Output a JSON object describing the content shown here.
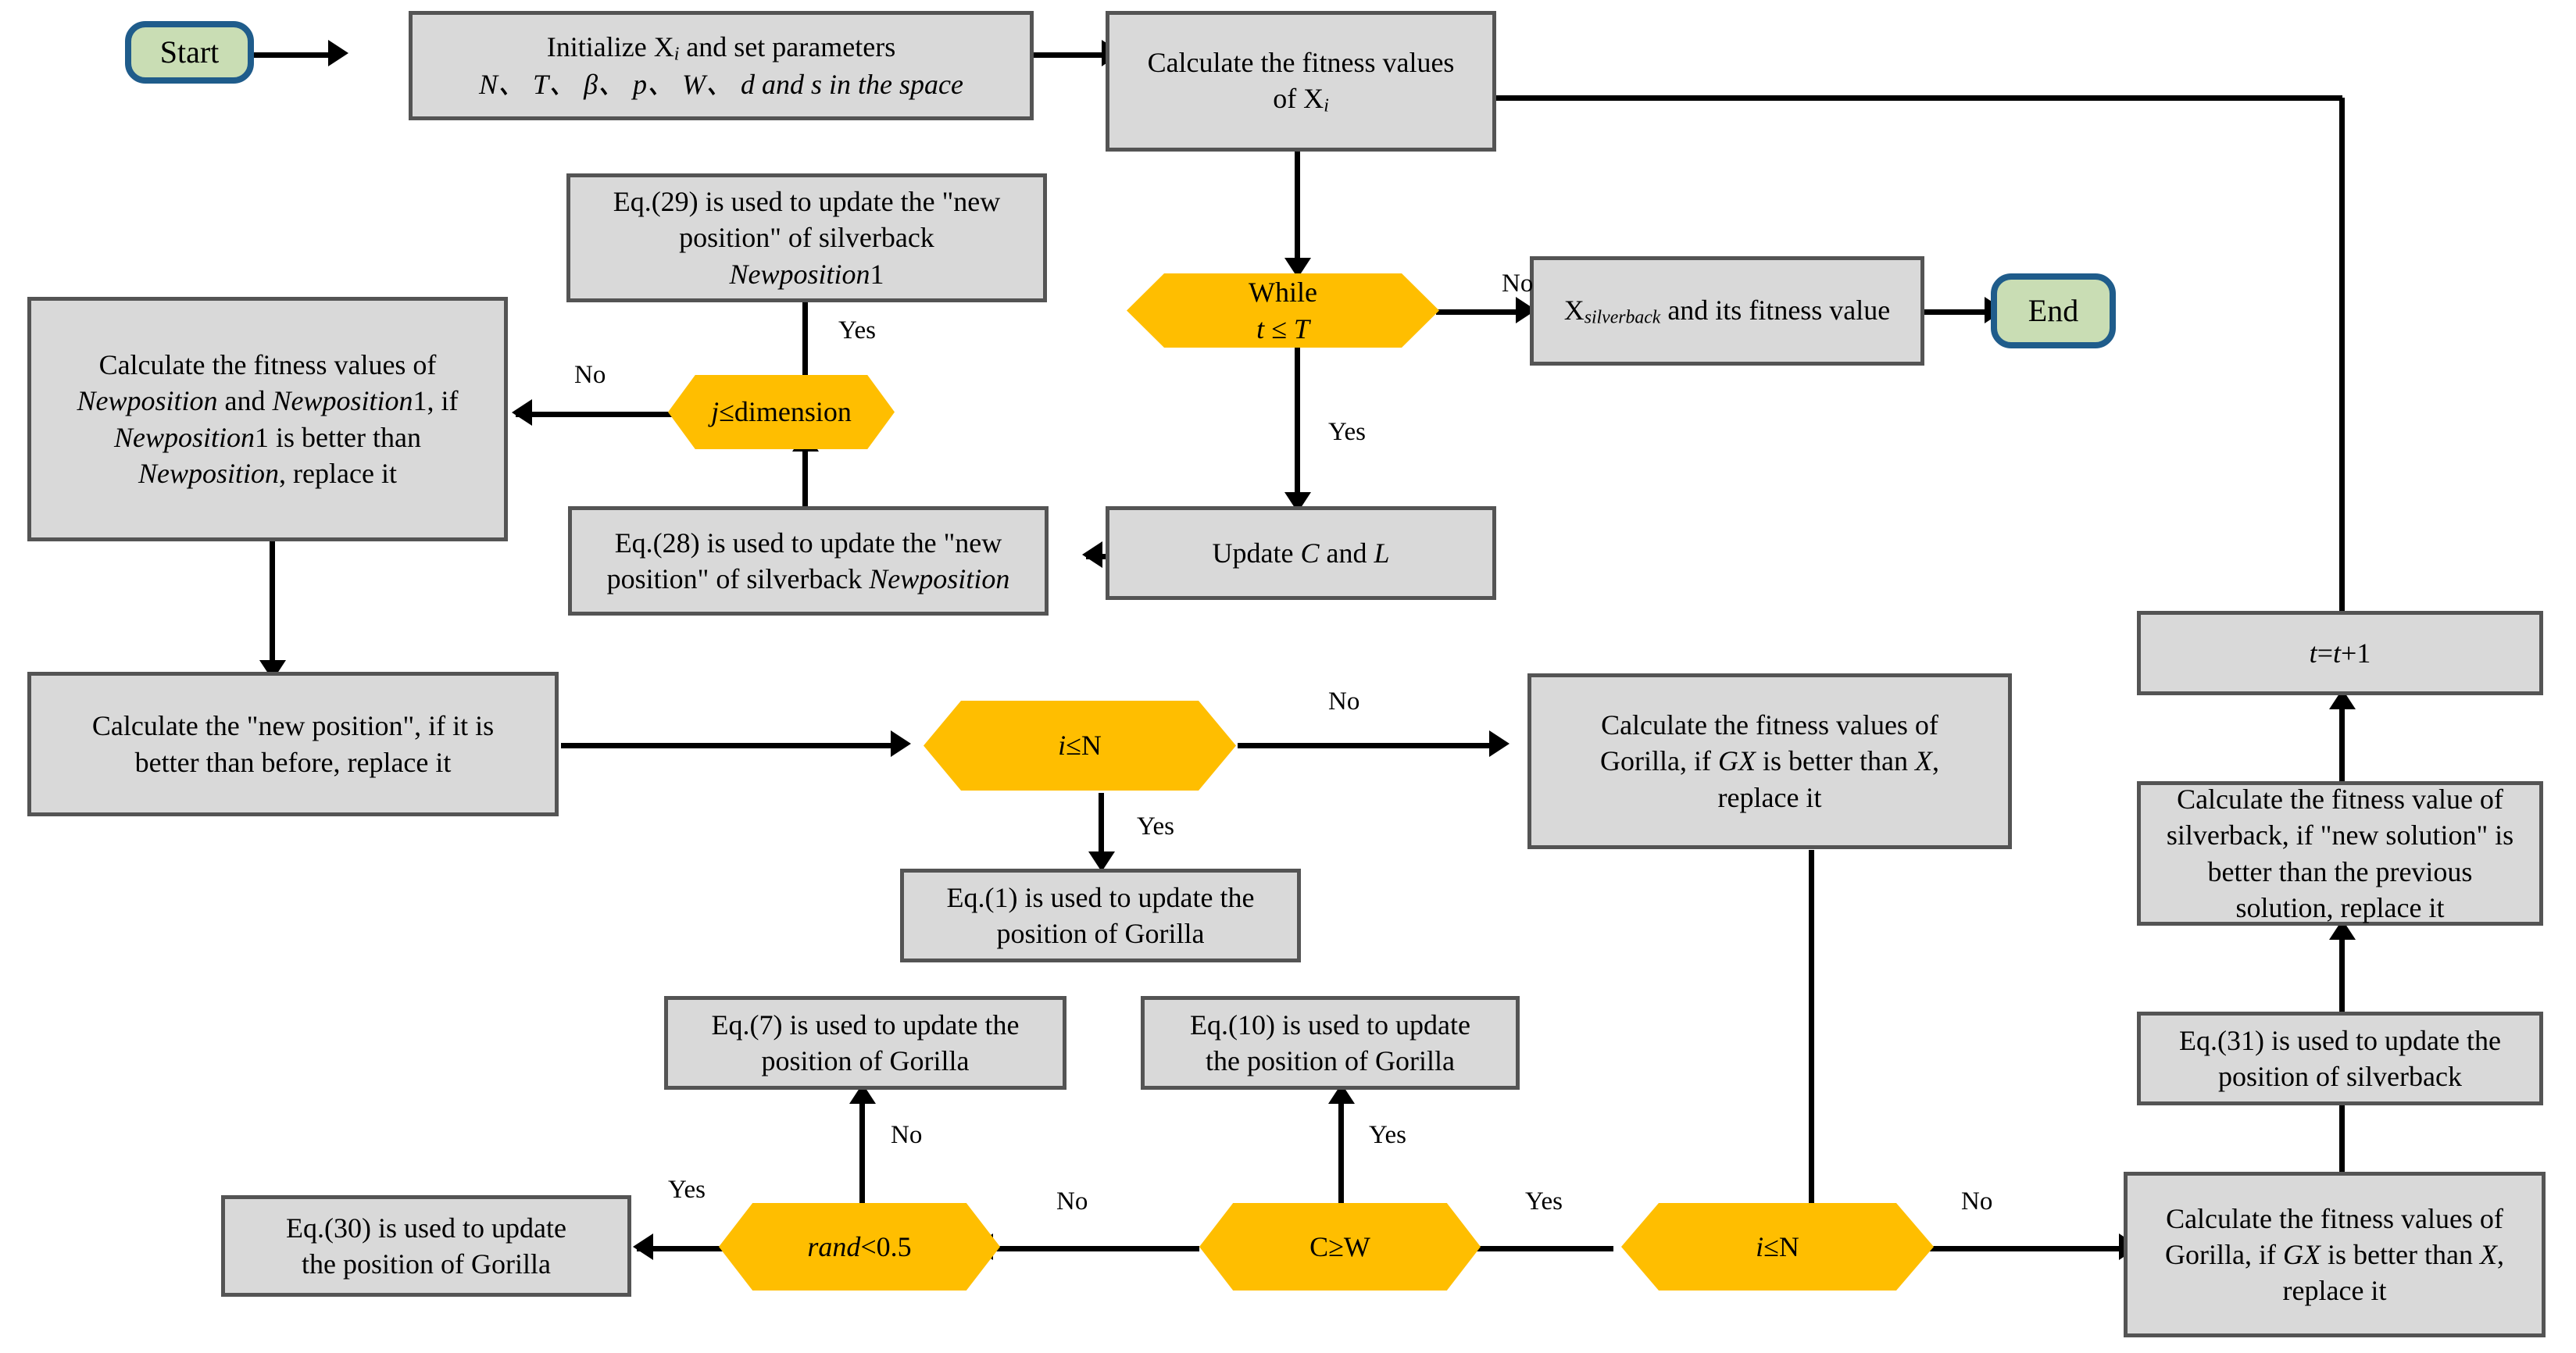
{
  "diagram": {
    "type": "flowchart",
    "title": "Artificial Gorilla Troops Optimizer flowchart",
    "colors": {
      "process_fill": "#d9d9d9",
      "process_border": "#545454",
      "decision_fill": "#ffbe00",
      "terminator_fill": "#c9ddb4",
      "terminator_border": "#1f5c8b",
      "connector": "#000000",
      "background": "#ffffff"
    },
    "nodes": {
      "start": {
        "shape": "terminator",
        "label": "Start"
      },
      "init": {
        "shape": "process",
        "line1": "Initialize X",
        "line1_sub": "i",
        "line1_tail": " and set parameters",
        "line2": "N、 T、 β、 p、 W、 d and s in the space"
      },
      "calc_fitness_xi": {
        "shape": "process",
        "line1": "Calculate the fitness values",
        "line2_head": "of X",
        "line2_sub": "i"
      },
      "while": {
        "shape": "decision",
        "line1": "While",
        "line2": "t ≤ T"
      },
      "silverback_out": {
        "shape": "process",
        "head": "X",
        "sub": "silverback",
        "tail": " and its fitness value"
      },
      "end": {
        "shape": "terminator",
        "label": "End"
      },
      "update_cl": {
        "shape": "process",
        "text_head": "Update ",
        "text_c": "C",
        "text_mid": " and ",
        "text_l": "L"
      },
      "eq28": {
        "shape": "process",
        "line1": "Eq.(28) is used to update the \"new",
        "line2_head": "position\" of silverback ",
        "line2_it": "Newposition"
      },
      "j_dimension": {
        "shape": "decision",
        "it": "j",
        "rest": "≤dimension"
      },
      "eq29": {
        "shape": "process",
        "line1": "Eq.(29) is used to update the \"new",
        "line2": "position\" of silverback",
        "line3_it": "Newposition",
        "line3_tail": "1"
      },
      "calc_newposition": {
        "shape": "process",
        "line1": "Calculate the fitness values of",
        "line2_a": "Newposition",
        "line2_b": " and ",
        "line2_c": "Newposition",
        "line2_d": "1, if",
        "line3_a": "Newposition",
        "line3_b": "1 is better than",
        "line4_a": "Newposition",
        "line4_b": ", replace it"
      },
      "calc_new_position_replace": {
        "shape": "process",
        "line1": "Calculate the \"new position\", if it is",
        "line2": "better than before, replace it"
      },
      "i_n_mid": {
        "shape": "decision",
        "it": "i",
        "rest": "≤N"
      },
      "eq1": {
        "shape": "process",
        "line1": "Eq.(1) is used to update the",
        "line2": "position of Gorilla"
      },
      "gorilla_gx_top": {
        "shape": "process",
        "line1": "Calculate the fitness values of",
        "line2_a": "Gorilla, if ",
        "line2_gx": "GX",
        "line2_b": " is better than ",
        "line2_x": "X",
        "line2_c": ",",
        "line3": "replace it"
      },
      "gorilla_gx_bottom": {
        "shape": "process",
        "line1": "Calculate the fitness values of",
        "line2_a": "Gorilla, if ",
        "line2_gx": "GX",
        "line2_b": " is better than ",
        "line2_x": "X",
        "line2_c": ",",
        "line3": "replace it"
      },
      "i_n_bottom": {
        "shape": "decision",
        "it": "i",
        "rest": "≤N"
      },
      "c_ge_w": {
        "shape": "decision",
        "label": "C≥W"
      },
      "eq10": {
        "shape": "process",
        "line1": "Eq.(10) is used to update",
        "line2": "the position of Gorilla"
      },
      "rand_lt_05": {
        "shape": "decision",
        "it": "rand",
        "rest": "<0.5"
      },
      "eq7": {
        "shape": "process",
        "line1": "Eq.(7) is used to update the",
        "line2": "position of Gorilla"
      },
      "eq30": {
        "shape": "process",
        "line1": "Eq.(30) is used to update",
        "line2": "the position of Gorilla"
      },
      "eq31": {
        "shape": "process",
        "line1": "Eq.(31) is used to update the",
        "line2": "position of silverback"
      },
      "calc_silverback_fitness": {
        "shape": "process",
        "line1": "Calculate the fitness value of",
        "line2": "silverback, if \"new solution\" is",
        "line3": "better than the previous",
        "line4": "solution, replace it"
      },
      "t_increment": {
        "shape": "process",
        "a": "t",
        "b": "=",
        "c": "t",
        "d": "+1"
      }
    },
    "edge_labels": {
      "while_no": "No",
      "while_yes": "Yes",
      "jdim_yes": "Yes",
      "jdim_no": "No",
      "in_mid_no": "No",
      "in_mid_yes": "Yes",
      "in_bottom_yes": "Yes",
      "in_bottom_no": "No",
      "cw_yes": "Yes",
      "cw_no": "No",
      "rand_yes": "Yes",
      "rand_no": "No"
    }
  }
}
